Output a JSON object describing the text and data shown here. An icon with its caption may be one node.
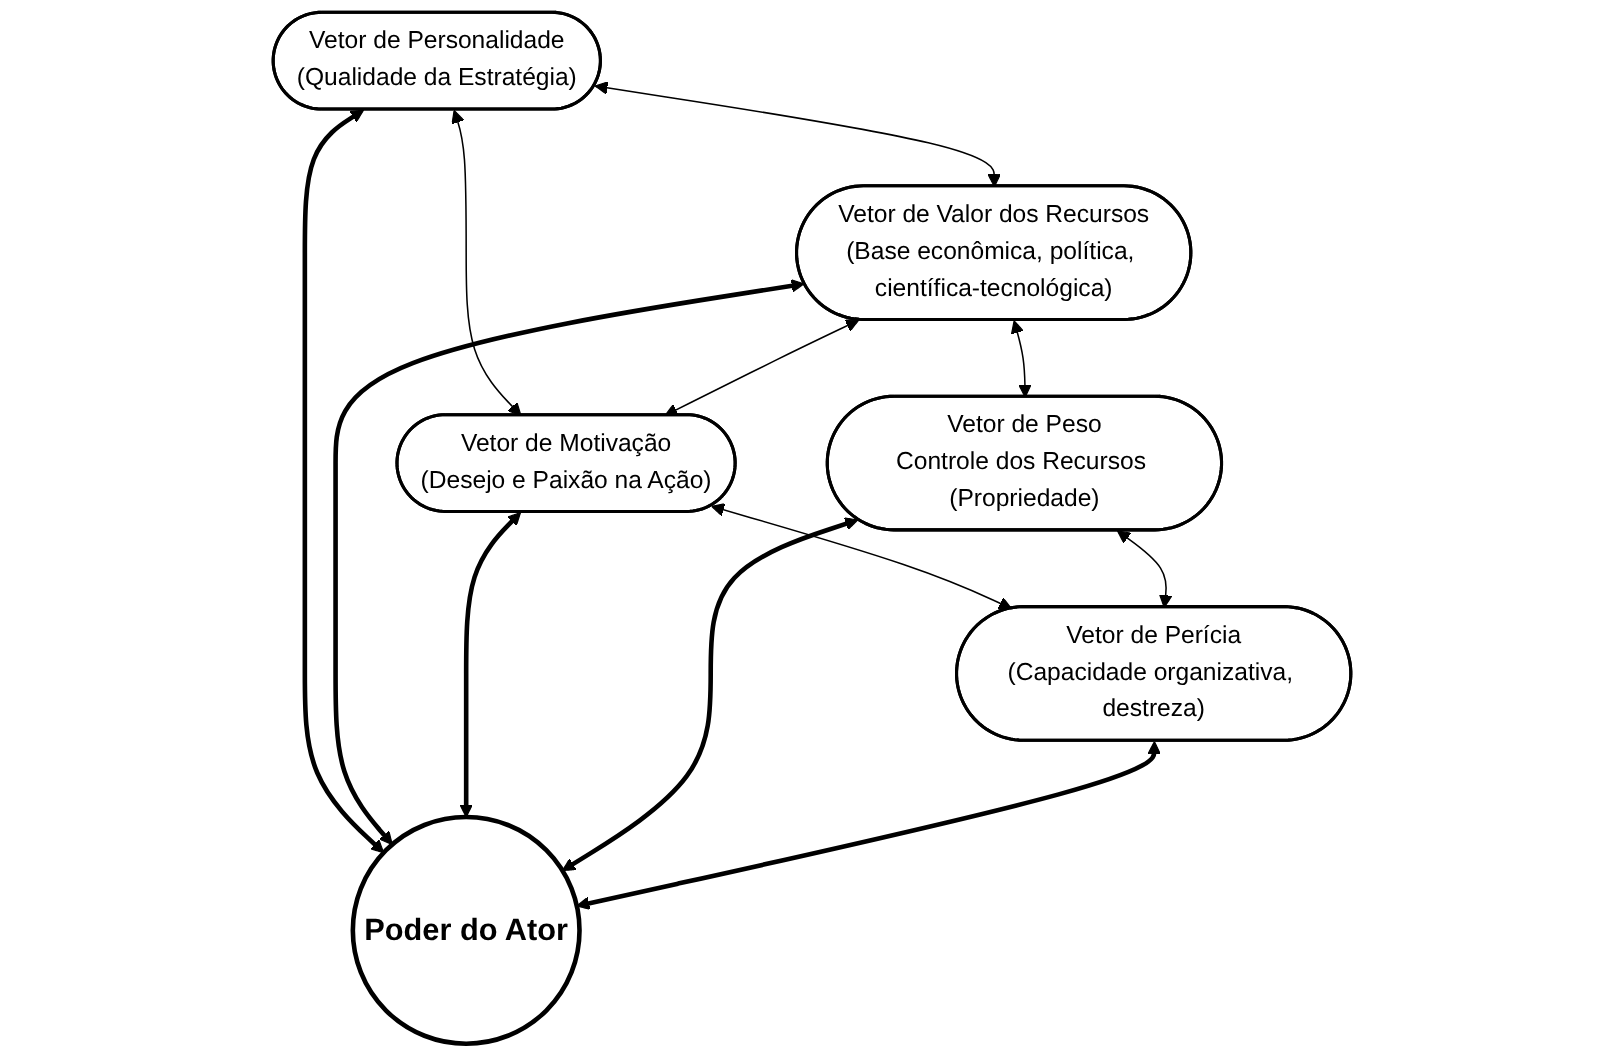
{
  "diagram": {
    "nodes": [
      {
        "text": [
          "Vetor de Personalidade",
          "(Qualidade da Estratégia)"
        ]
      },
      {
        "text": [
          "Vetor de Valor dos Recursos",
          "(Base econômica, política, científica-tecnológica)"
        ]
      },
      {
        "text": [
          "Vetor de Motivação",
          "(Desejo e Paixão na Ação)"
        ]
      },
      {
        "text": [
          "Poder do Ator"
        ]
      },
      {
        "text": [
          "Vetor de Peso",
          "Controle dos Recursos (Propriedade)"
        ]
      },
      {
        "text": [
          "Vetor de Perícia",
          "(Capacidade organizativa, destreza)"
        ]
      }
    ],
    "edges": [
      {
        "from": 0,
        "to": 1,
        "arrow": "both"
      },
      {
        "from": 0,
        "to": 2,
        "arrow": "both"
      },
      {
        "from": 0,
        "to": 3,
        "arrow": "both",
        "style": "thick"
      },
      {
        "from": 1,
        "to": 2,
        "arrow": "both"
      },
      {
        "from": 1,
        "to": 3,
        "arrow": "both",
        "style": "thick"
      },
      {
        "from": 2,
        "to": 3,
        "arrow": "both",
        "style": "thick"
      },
      {
        "from": 1,
        "to": 4,
        "arrow": "both"
      },
      {
        "from": 2,
        "to": 5,
        "arrow": "both"
      },
      {
        "from": 4,
        "to": 3,
        "arrow": "both",
        "style": "thick"
      },
      {
        "from": 5,
        "to": 3,
        "arrow": "both",
        "style": "thick"
      },
      {
        "from": 4,
        "to": 5,
        "arrow": "both"
      }
    ]
  }
}
